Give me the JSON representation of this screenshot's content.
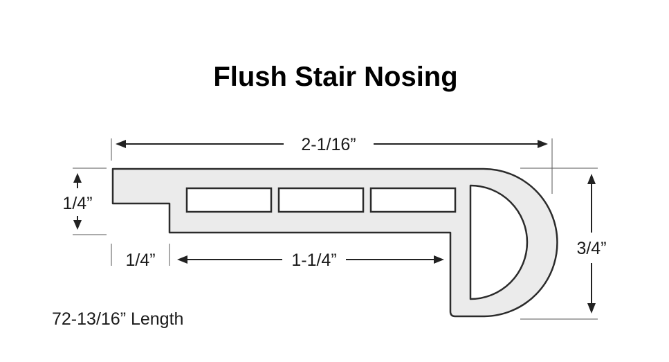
{
  "title": "Flush Stair Nosing",
  "dimensions": {
    "overall_width": "2-1/16”",
    "left_thickness": "1/4”",
    "step_width": "1/4”",
    "span_length": "1-1/4”",
    "overall_height": "3/4”"
  },
  "note": "72-13/16” Length",
  "colors": {
    "profile_fill": "#ebebeb",
    "profile_stroke": "#2b2b2b",
    "dimension_line": "#222222",
    "text": "#1a1a1a"
  }
}
